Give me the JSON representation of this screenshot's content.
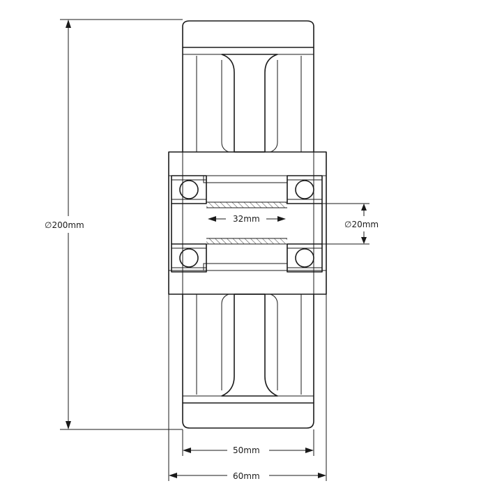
{
  "dimensions": {
    "outer_diameter": "∅200mm",
    "bore_diameter": "∅20mm",
    "hub_spacer": "32mm",
    "tread_width": "50mm",
    "hub_width": "60mm"
  }
}
